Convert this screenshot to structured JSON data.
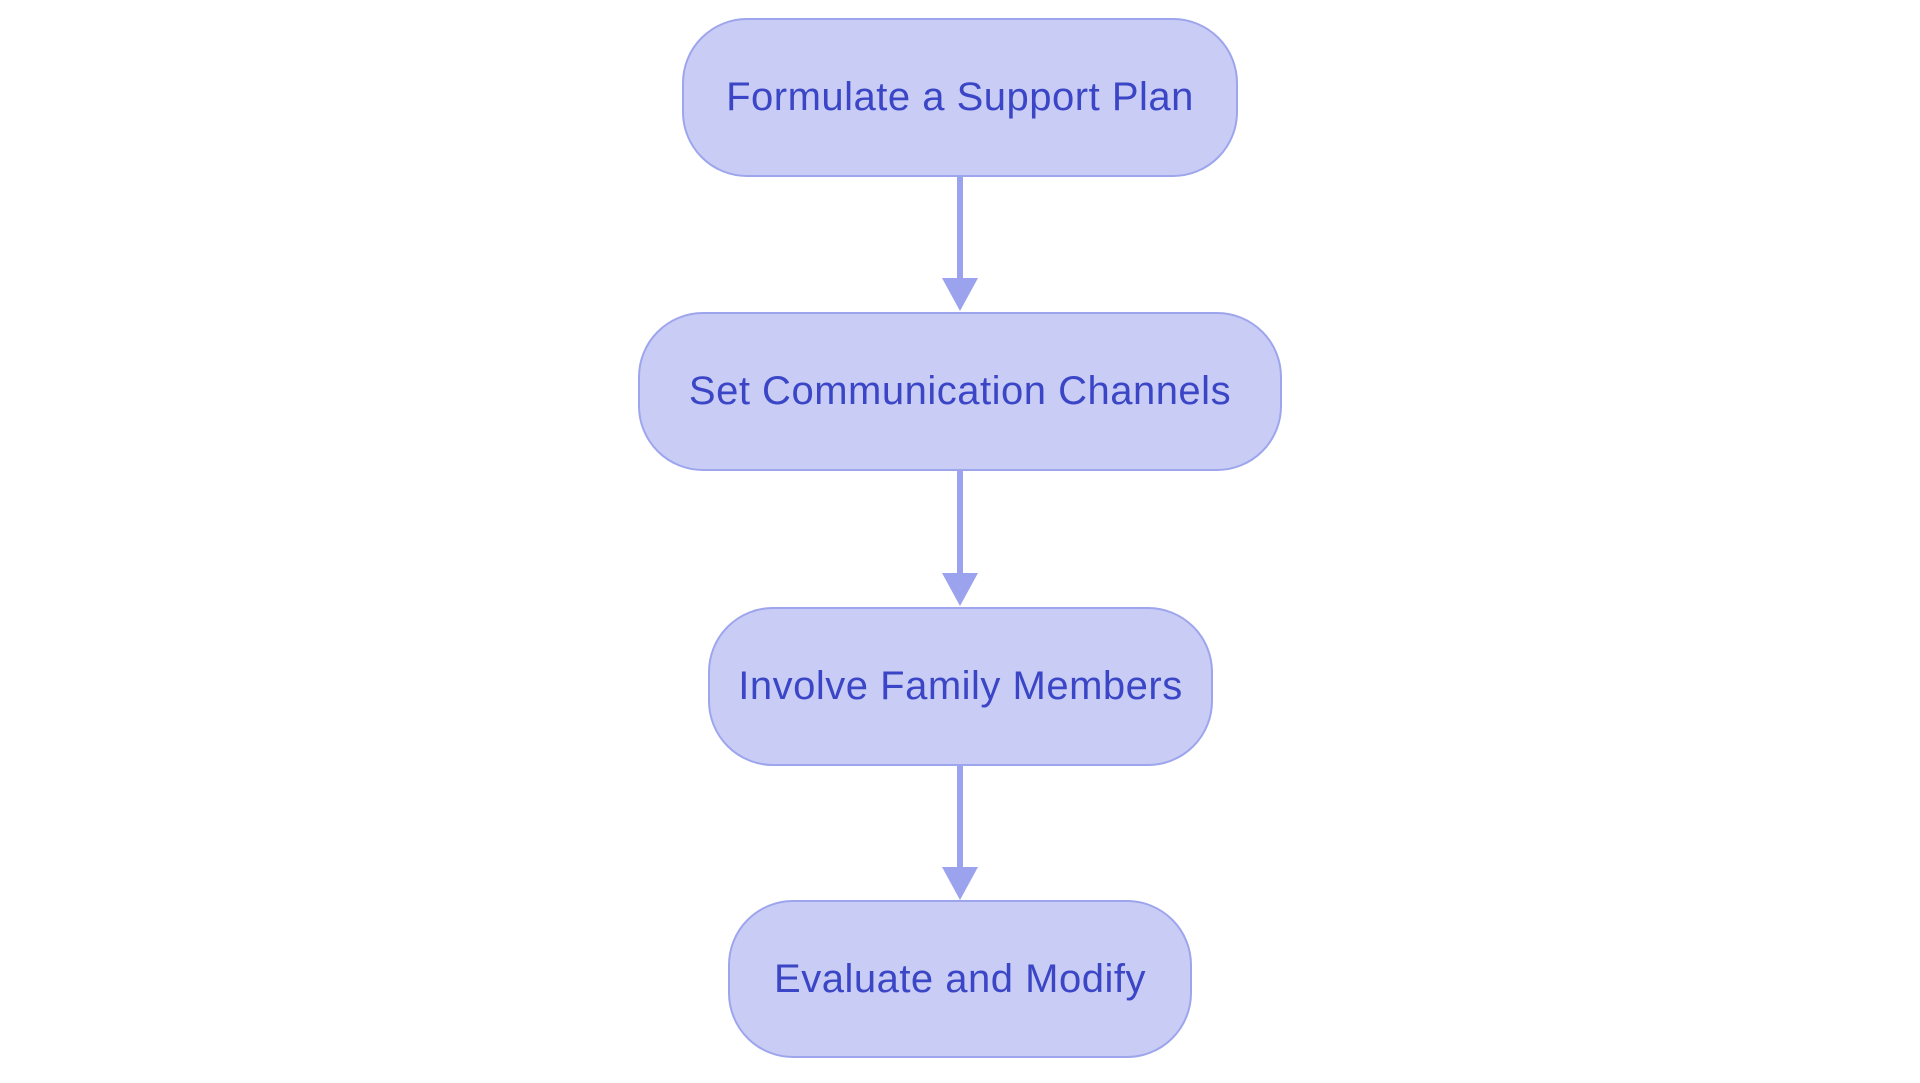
{
  "diagram": {
    "type": "flowchart",
    "direction": "top-down",
    "colors": {
      "background": "#ffffff",
      "node_fill": "#c9ccf4",
      "node_border": "#9da5ed",
      "node_text": "#3a46c6",
      "arrow": "#9ca3ee"
    },
    "nodes": [
      {
        "id": "formulate-support-plan",
        "label": "Formulate a Support Plan"
      },
      {
        "id": "set-communication-channels",
        "label": "Set Communication Channels"
      },
      {
        "id": "involve-family-members",
        "label": "Involve Family Members"
      },
      {
        "id": "evaluate-and-modify",
        "label": "Evaluate and Modify"
      }
    ],
    "edges": [
      {
        "from": "formulate-support-plan",
        "to": "set-communication-channels"
      },
      {
        "from": "set-communication-channels",
        "to": "involve-family-members"
      },
      {
        "from": "involve-family-members",
        "to": "evaluate-and-modify"
      }
    ]
  }
}
